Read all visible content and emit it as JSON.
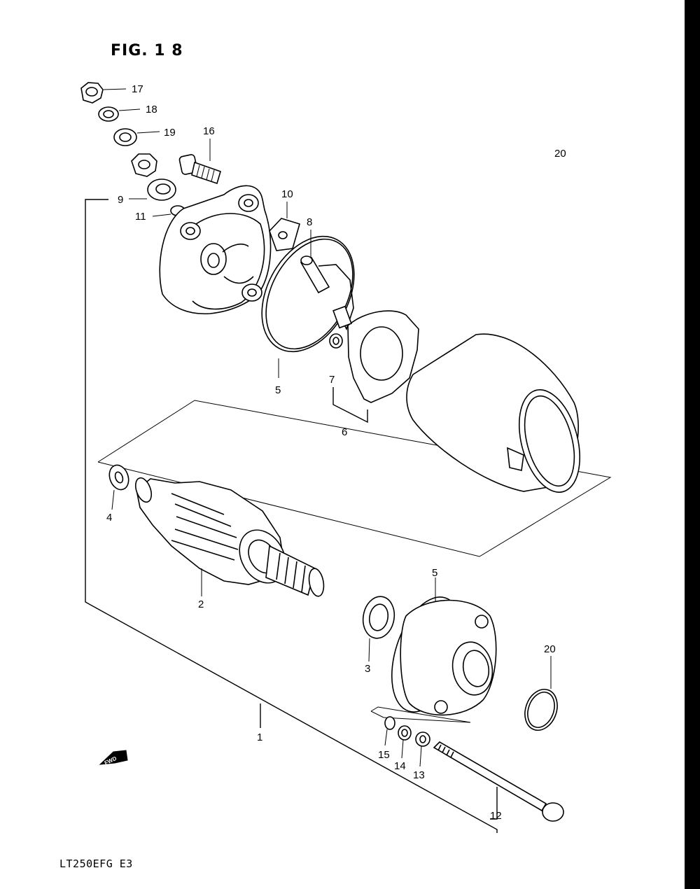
{
  "figure": {
    "title": "FIG. 1 8",
    "model_code": "LT250EFG  E3",
    "fwd_label": "FWD"
  },
  "callouts": [
    {
      "id": "17",
      "label": "17"
    },
    {
      "id": "18",
      "label": "18"
    },
    {
      "id": "19",
      "label": "19"
    },
    {
      "id": "16",
      "label": "16"
    },
    {
      "id": "9",
      "label": "9"
    },
    {
      "id": "10",
      "label": "10"
    },
    {
      "id": "11",
      "label": "11"
    },
    {
      "id": "8",
      "label": "8"
    },
    {
      "id": "20a",
      "label": "20"
    },
    {
      "id": "5a",
      "label": "5"
    },
    {
      "id": "7",
      "label": "7"
    },
    {
      "id": "6",
      "label": "6"
    },
    {
      "id": "4",
      "label": "4"
    },
    {
      "id": "2",
      "label": "2"
    },
    {
      "id": "5b",
      "label": "5"
    },
    {
      "id": "3",
      "label": "3"
    },
    {
      "id": "20b",
      "label": "20"
    },
    {
      "id": "1",
      "label": "1"
    },
    {
      "id": "15",
      "label": "15"
    },
    {
      "id": "14",
      "label": "14"
    },
    {
      "id": "13",
      "label": "13"
    },
    {
      "id": "12",
      "label": "12"
    }
  ]
}
